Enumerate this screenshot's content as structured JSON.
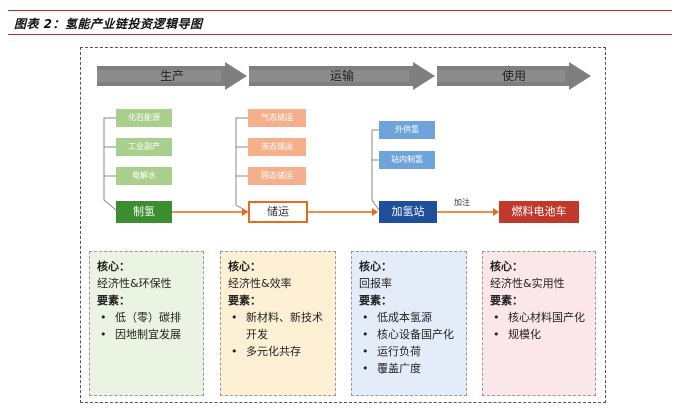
{
  "figure_title": "图表 2：氢能产业链投资逻辑导图",
  "stages": [
    "生产",
    "运输",
    "使用"
  ],
  "production": {
    "sources": [
      "化石能源",
      "工业副产",
      "电解水"
    ],
    "main": "制氢"
  },
  "transport": {
    "methods": [
      "气态储运",
      "液态储运",
      "固态储运"
    ],
    "main": "储运"
  },
  "station": {
    "sources": [
      "外供氢",
      "站内制氢"
    ],
    "main": "加氢站"
  },
  "addon_label": "加注",
  "end_use": {
    "main": "燃料电池车"
  },
  "cards": [
    {
      "core_label": "核心：",
      "core": "经济性&环保性",
      "elements_label": "要素：",
      "items": [
        "低（零）碳排",
        "因地制宜发展"
      ]
    },
    {
      "core_label": "核心：",
      "core": "经济性&效率",
      "elements_label": "要素：",
      "items": [
        "新材料、新技术开发",
        "多元化共存"
      ]
    },
    {
      "core_label": "核心：",
      "core": "回报率",
      "elements_label": "要素：",
      "items": [
        "低成本氢源",
        "核心设备国产化",
        "运行负荷",
        "覆盖广度"
      ]
    },
    {
      "core_label": "核心：",
      "core": "经济性&实用性",
      "elements_label": "要素：",
      "items": [
        "核心材料国产化",
        "规模化"
      ]
    }
  ],
  "colors": {
    "rule": "#c9202c",
    "stage_arrow": "#7f7f7f",
    "green": "#a8cf8c",
    "orange": "#f5b08b",
    "blue": "#6fa3db",
    "dark_green": "#3c8d2f",
    "dark_blue": "#1f4e9b",
    "red": "#c1392b"
  }
}
